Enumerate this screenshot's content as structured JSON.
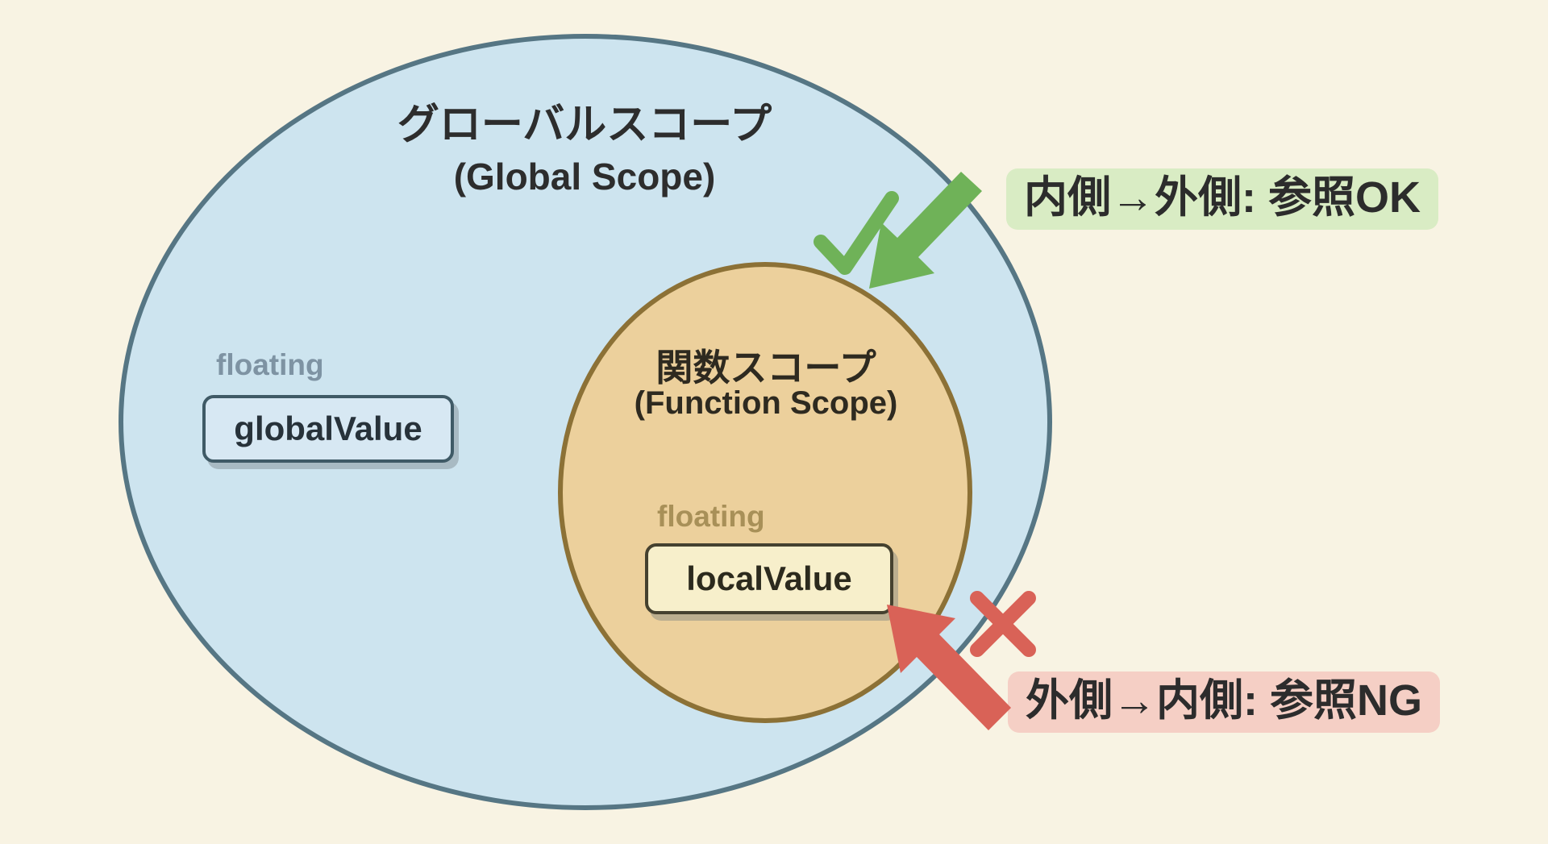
{
  "canvas": {
    "background": "#f8f3e3"
  },
  "global_scope": {
    "title_jp": "グローバルスコープ",
    "title_en": "(Global Scope)",
    "fill": "#cde4ef",
    "border": "#567684",
    "var_label": "floating",
    "var_name": "globalValue"
  },
  "function_scope": {
    "title_jp": "関数スコープ",
    "title_en": "(Function Scope)",
    "fill": "#ecd09c",
    "border": "#8c7136",
    "var_label": "floating",
    "var_name": "localValue"
  },
  "annotations": {
    "ok": {
      "text": "内側→外側: 参照OK",
      "highlight": "#d9ecc4",
      "arrow": "#6fb258"
    },
    "ng": {
      "text": "外側→内側: 参照NG",
      "highlight": "#f5cfc5",
      "arrow": "#d96257"
    }
  }
}
